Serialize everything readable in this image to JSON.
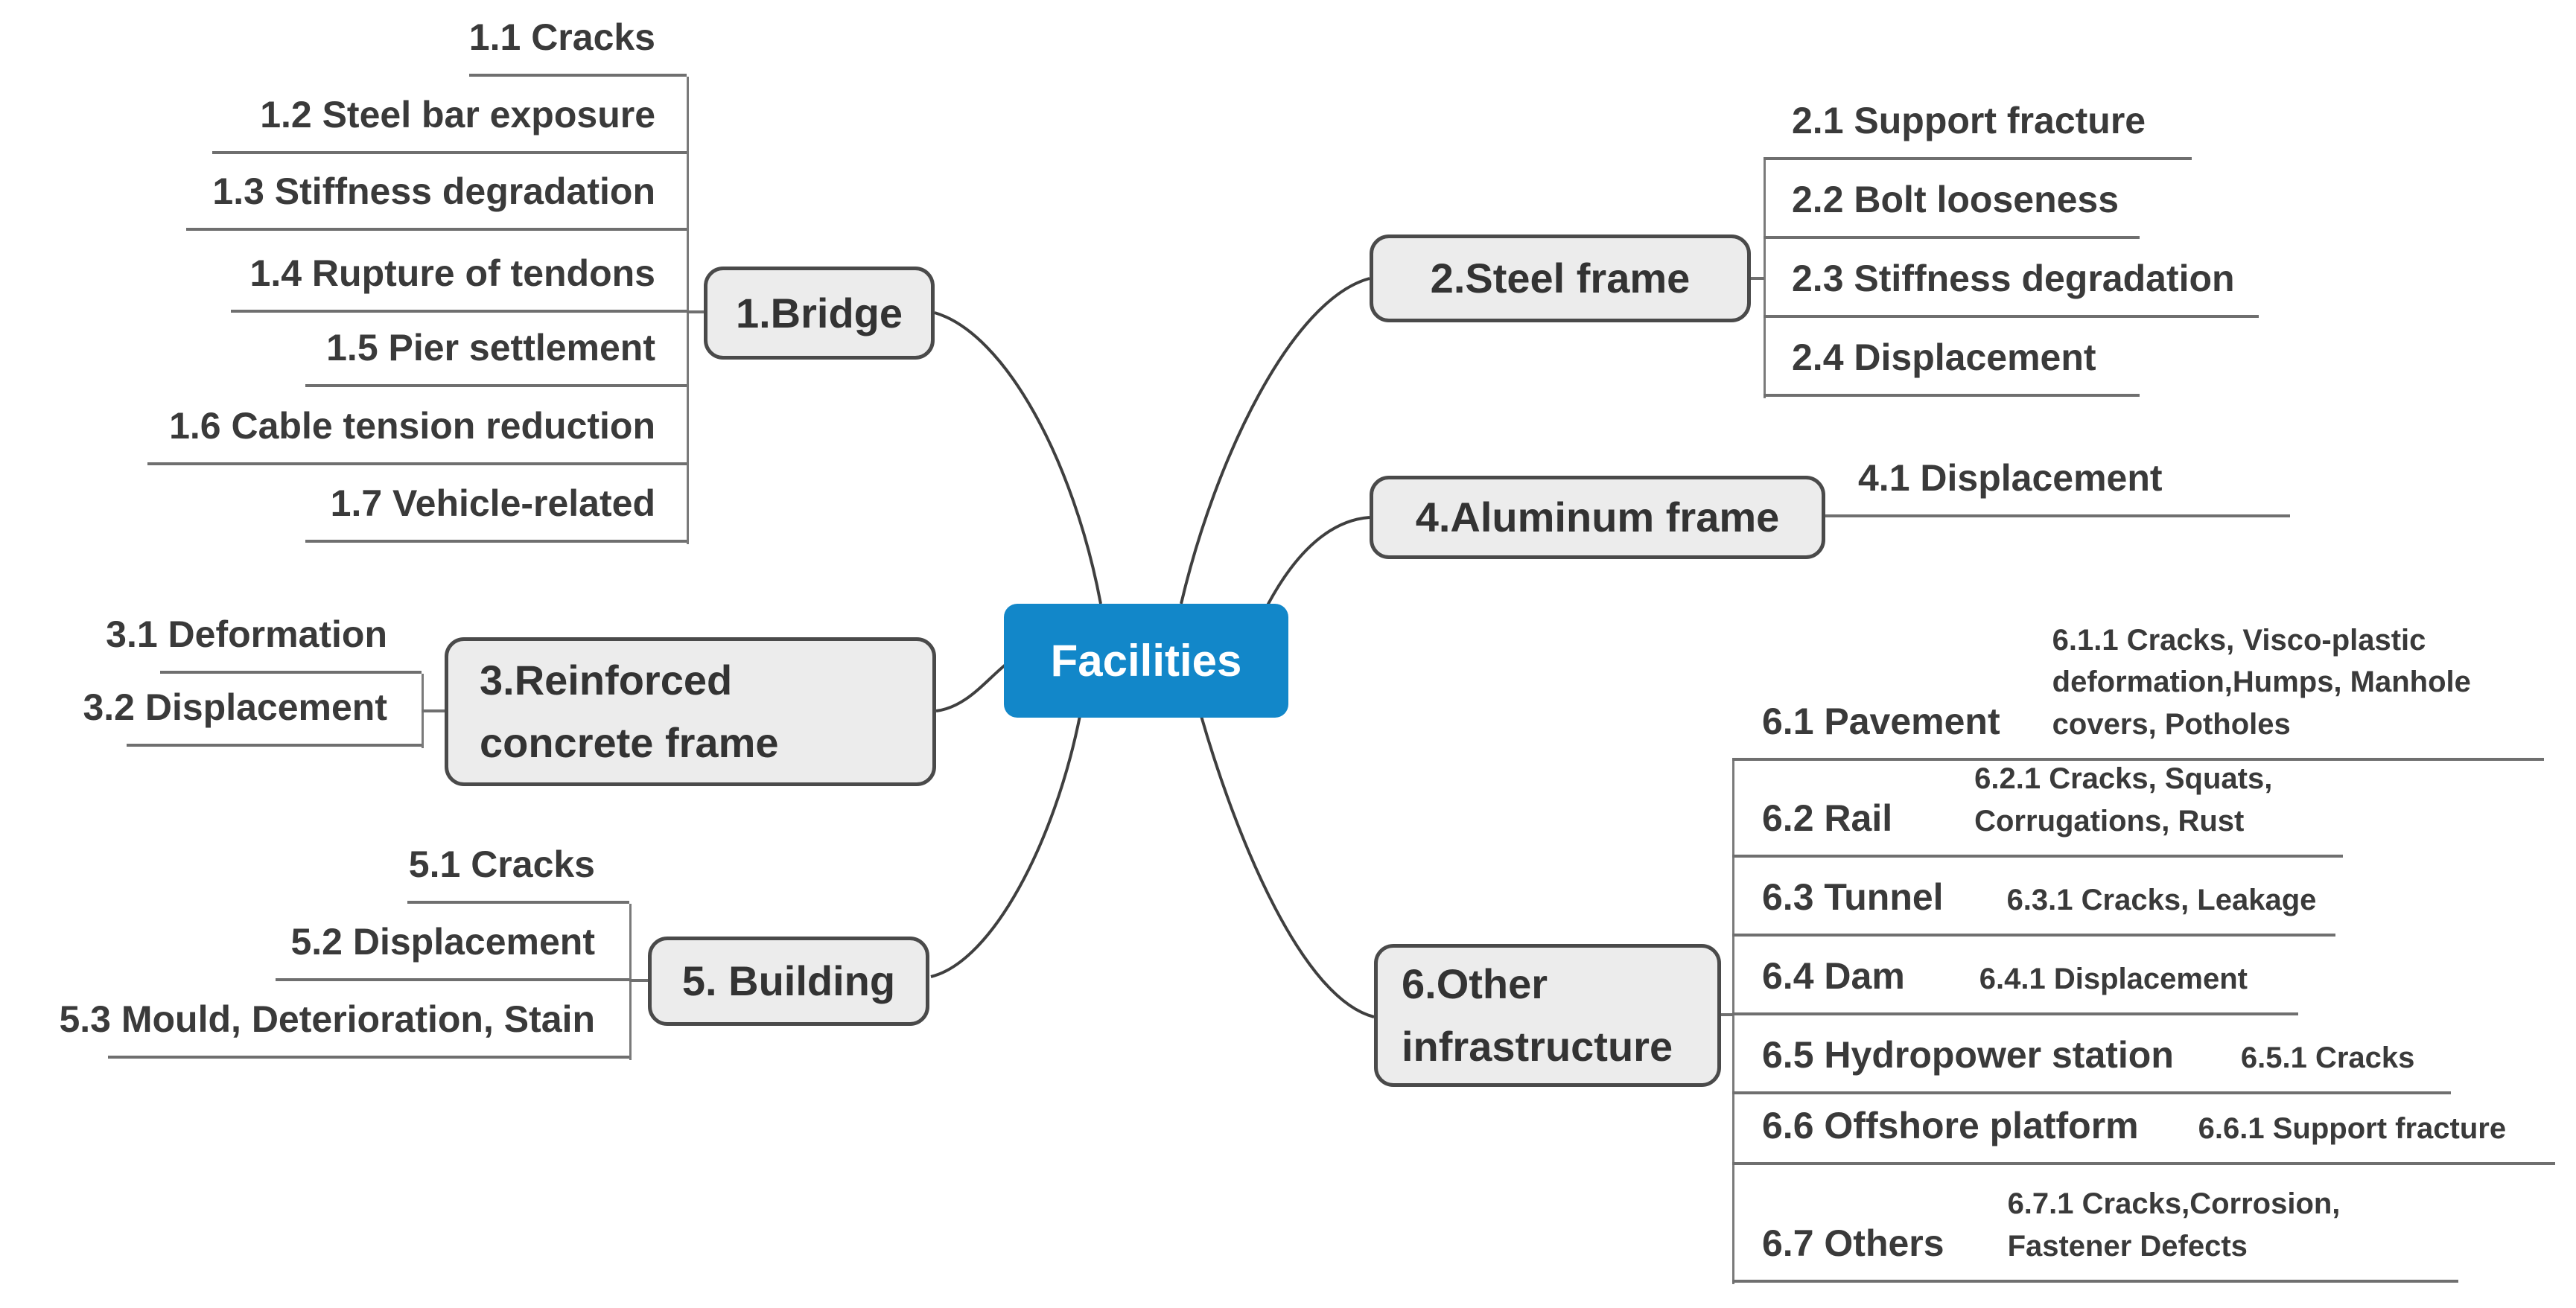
{
  "root": {
    "label": "Facilities"
  },
  "colors": {
    "root_bg": "#1287c9",
    "root_text": "#ffffff",
    "node_bg": "#ececec",
    "node_border": "#4a4a4a",
    "leaf_text": "#3a3a3a",
    "line": "#6f6f6f",
    "curve": "#3f3f3f"
  },
  "branches": [
    {
      "label": "1.Bridge",
      "children": [
        {
          "label": "1.1 Cracks"
        },
        {
          "label": "1.2 Steel bar exposure"
        },
        {
          "label": "1.3 Stiffness degradation"
        },
        {
          "label": "1.4 Rupture of tendons"
        },
        {
          "label": "1.5 Pier settlement"
        },
        {
          "label": "1.6 Cable tension reduction"
        },
        {
          "label": "1.7 Vehicle-related"
        }
      ]
    },
    {
      "label": "2.Steel frame",
      "children": [
        {
          "label": "2.1 Support fracture"
        },
        {
          "label": "2.2 Bolt looseness"
        },
        {
          "label": "2.3 Stiffness degradation"
        },
        {
          "label": "2.4 Displacement"
        }
      ]
    },
    {
      "label": "3.Reinforced\nconcrete frame",
      "children": [
        {
          "label": "3.1 Deformation"
        },
        {
          "label": "3.2 Displacement"
        }
      ]
    },
    {
      "label": "4.Aluminum frame",
      "children": [
        {
          "label": "4.1 Displacement"
        }
      ]
    },
    {
      "label": "5. Building",
      "children": [
        {
          "label": "5.1 Cracks"
        },
        {
          "label": "5.2 Displacement"
        },
        {
          "label": "5.3 Mould, Deterioration, Stain"
        }
      ]
    },
    {
      "label": "6.Other\ninfrastructure",
      "children": [
        {
          "label": "6.1 Pavement",
          "note": "6.1.1 Cracks,  Visco-plastic\ndeformation,Humps, Manhole\ncovers, Potholes"
        },
        {
          "label": "6.2 Rail",
          "note": "6.2.1 Cracks, Squats,\nCorrugations, Rust"
        },
        {
          "label": "6.3 Tunnel",
          "note": "6.3.1 Cracks, Leakage"
        },
        {
          "label": "6.4 Dam",
          "note": "6.4.1 Displacement"
        },
        {
          "label": "6.5 Hydropower station",
          "note": "6.5.1 Cracks"
        },
        {
          "label": "6.6 Offshore platform",
          "note": "6.6.1 Support fracture"
        },
        {
          "label": "6.7 Others",
          "note": "6.7.1 Cracks,Corrosion,\nFastener Defects"
        }
      ]
    }
  ]
}
